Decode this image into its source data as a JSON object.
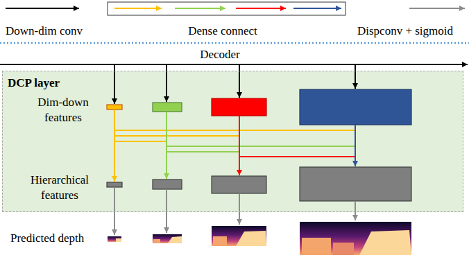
{
  "diagram": {
    "nodes": [
      {
        "text": [
          "DCP layer",
          "Dim-down features",
          "Hierarchical features"
        ]
      }
    ],
    "labels": [
      "Decoder",
      "Predicted depth"
    ],
    "legend": [
      {
        "text": "Down-dim conv"
      },
      {
        "text": "Dense connect"
      },
      {
        "text": "Dispconv + sigmoid"
      }
    ]
  }
}
